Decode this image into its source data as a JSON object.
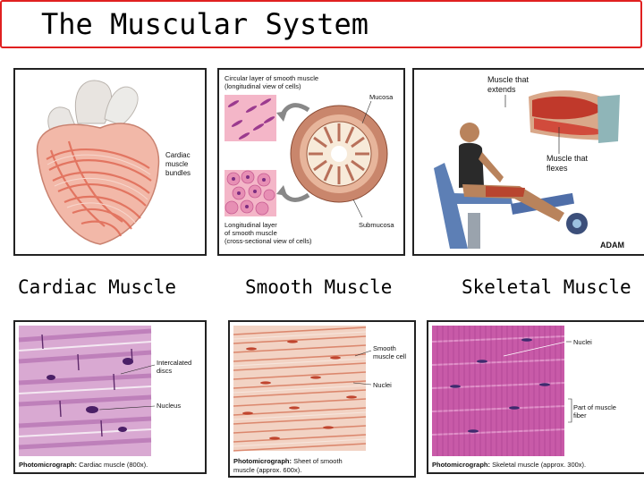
{
  "slide": {
    "title": "The Muscular System"
  },
  "panels": {
    "cardiac_diagram": {
      "label_line1": "Cardiac",
      "label_line2": "muscle",
      "label_line3": "bundles"
    },
    "smooth_diagram": {
      "circular_line1": "Circular layer of smooth muscle",
      "circular_line2": "(longitudinal view of cells)",
      "mucosa": "Mucosa",
      "longitudinal_line1": "Longitudinal layer",
      "longitudinal_line2": "of smooth muscle",
      "longitudinal_line3": "(cross-sectional view of cells)",
      "submucosa": "Submucosa"
    },
    "skeletal_diagram": {
      "extends_line1": "Muscle that",
      "extends_line2": "extends",
      "flexes_line1": "Muscle that",
      "flexes_line2": "flexes",
      "logo": "ADAM"
    },
    "cardiac_micro": {
      "intercalated_line1": "Intercalated",
      "intercalated_line2": "discs",
      "nucleus": "Nucleus",
      "caption_bold": "Photomicrograph:",
      "caption_text": " Cardiac muscle (800x)."
    },
    "smooth_micro": {
      "cell_line1": "Smooth",
      "cell_line2": "muscle cell",
      "nuclei": "Nuclei",
      "caption_bold": "Photomicrograph:",
      "caption_text": " Sheet of smooth",
      "caption_line2": "muscle (approx. 600x)."
    },
    "skeletal_micro": {
      "nuclei": "Nuclei",
      "part_line1": "Part of muscle",
      "part_line2": "fiber",
      "caption_bold": "Photomicrograph:",
      "caption_text": " Skeletal muscle (approx. 300x)."
    }
  },
  "captions": {
    "cardiac": "Cardiac Muscle",
    "smooth": "Smooth Muscle",
    "skeletal": "Skeletal Muscle"
  }
}
